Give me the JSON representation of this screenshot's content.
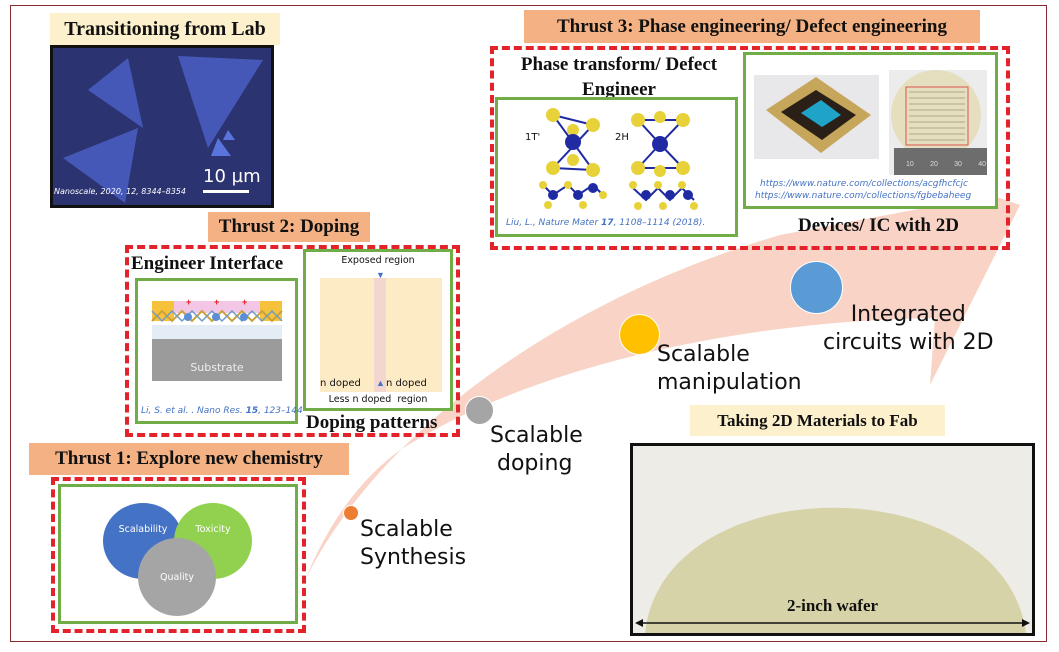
{
  "lab": {
    "title": "Transitioning from Lab",
    "scale_bar": "10 µm",
    "citation": "Nanoscale, 2020, 12, 8344–8354"
  },
  "thrust1": {
    "title": "Thrust 1: Explore new chemistry",
    "venn": [
      "Scalability",
      "Toxicity",
      "Quality"
    ]
  },
  "thrust2": {
    "title": "Thrust 2: Doping",
    "interface": {
      "heading": "Engineer Interface",
      "substrate": "Substrate",
      "citation_prefix": "Li, S. et al. . Nano Res. ",
      "citation_volume": "15",
      "citation_suffix": ", 123–144"
    },
    "patterns": {
      "heading": "Doping patterns",
      "exposed": "Exposed region",
      "n_doped_left": "n doped",
      "n_doped_right": "n doped",
      "less_doped": "Less n doped  region"
    }
  },
  "thrust3": {
    "title": "Thrust 3: Phase engineering/ Defect engineering",
    "phase": {
      "heading_line1": "Phase transform/ Defect",
      "heading_line2": "Engineer",
      "label_1t": "1T'",
      "label_2h": "2H",
      "citation_prefix": "Liu, L.,  Nature Mater ",
      "citation_volume": "17",
      "citation_suffix": ", 1108–1114 (2018)."
    },
    "devices": {
      "heading": "Devices/ IC with 2D",
      "ruler_ticks": [
        "10",
        "20",
        "30",
        "40"
      ],
      "links": [
        "https://www.nature.com/collections/acgfhcfcjc",
        "https://www.nature.com/collections/fgbebaheeg"
      ]
    }
  },
  "roadmap": {
    "steps": [
      {
        "line1": "Scalable",
        "line2": "Synthesis",
        "color": "#ed7d31"
      },
      {
        "line1": "Scalable",
        "line2": "doping",
        "color": "#a5a5a5"
      },
      {
        "line1": "Scalable",
        "line2": "manipulation",
        "color": "#ffc000"
      },
      {
        "line1": "Integrated",
        "line2": "circuits with 2D",
        "color": "#5b9bd5"
      }
    ],
    "arrow_color": "#f8d3c6"
  },
  "fab": {
    "title": "Taking 2D Materials to Fab",
    "wafer_label": "2-inch wafer"
  }
}
